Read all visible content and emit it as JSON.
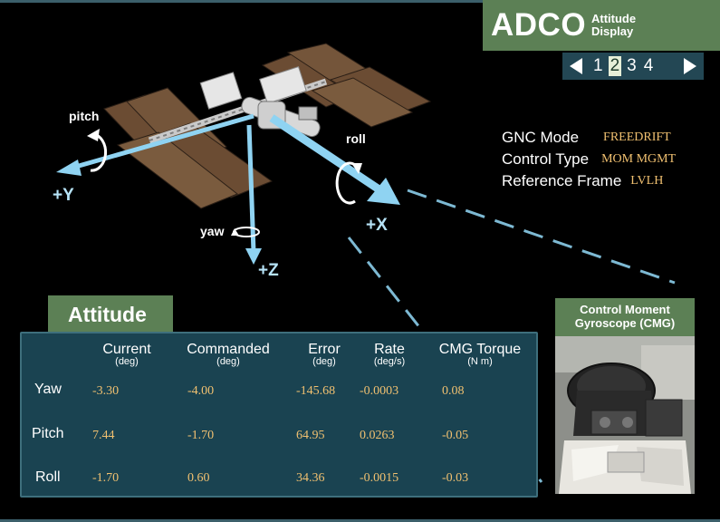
{
  "header": {
    "title": "ADCO",
    "subtitle_line1": "Attitude",
    "subtitle_line2": "Display"
  },
  "pager": {
    "pages": [
      "1",
      "2",
      "3",
      "4"
    ],
    "active_page": "2"
  },
  "gnc": {
    "rows": [
      {
        "label": "GNC Mode",
        "value": "FREEDRIFT"
      },
      {
        "label": "Control Type",
        "value": "MOM MGMT"
      },
      {
        "label": "Reference Frame",
        "value": "LVLH"
      }
    ]
  },
  "axes": {
    "y_label": "+Y",
    "x_label": "+X",
    "z_label": "+Z",
    "pitch_label": "pitch",
    "roll_label": "roll",
    "yaw_label": "yaw"
  },
  "attitude": {
    "tab_label": "Attitude",
    "columns": [
      {
        "name": "Current",
        "unit": "(deg)"
      },
      {
        "name": "Commanded",
        "unit": "(deg)"
      },
      {
        "name": "Error",
        "unit": "(deg)"
      },
      {
        "name": "Rate",
        "unit": "(deg/s)"
      },
      {
        "name": "CMG Torque",
        "unit": "(N m)"
      }
    ],
    "rows": [
      {
        "label": "Yaw",
        "values": [
          "-3.30",
          "-4.00",
          "-145.68",
          "-0.0003",
          "0.08"
        ]
      },
      {
        "label": "Pitch",
        "values": [
          "7.44",
          "-1.70",
          "64.95",
          "0.0263",
          "-0.05"
        ]
      },
      {
        "label": "Roll",
        "values": [
          "-1.70",
          "0.60",
          "34.36",
          "-0.0015",
          "-0.03"
        ]
      }
    ]
  },
  "cmg": {
    "title_line1": "Control Moment",
    "title_line2": "Gyroscope (CMG)"
  },
  "colors": {
    "panel_green": "#5c8055",
    "table_bg": "#1a4351",
    "value_gold": "#f0c070",
    "axis_blue": "#8fd3f2"
  }
}
